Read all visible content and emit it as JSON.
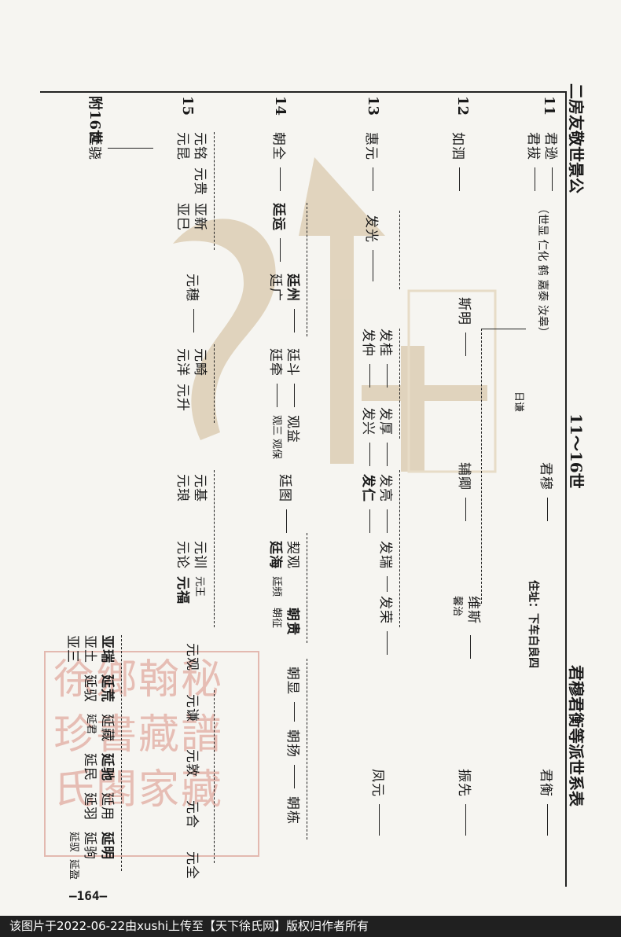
{
  "page": {
    "title_main": "二房友敬世景公",
    "title_range": "11～16世",
    "title_table": "君穆君衡等派世系表",
    "page_number": "—164—"
  },
  "generations": [
    {
      "label": "11",
      "names": [
        "君逊",
        "君拔",
        "君穆",
        "君衡"
      ],
      "note": "（世显 仁化 鹤 嘉泰 汝皋）",
      "note2": "日谦",
      "residence": "住址：下车白良四"
    },
    {
      "label": "12",
      "names": [
        "如泗",
        "斯明",
        "辅卿",
        "维斯",
        "馨治",
        "振先"
      ]
    },
    {
      "label": "13",
      "names": [
        "惠元",
        "发光",
        "发桂",
        "发仲",
        "发厚",
        "发兴",
        "发亮",
        "发仁",
        "发瑞",
        "发荣",
        "凤元"
      ]
    },
    {
      "label": "14",
      "names": [
        "朝全",
        "廷运",
        "廷州",
        "廷广",
        "廷斗",
        "廷牵",
        "观益",
        "观三",
        "观保",
        "廷图",
        "契观",
        "廷海",
        "廷频",
        "朝贵",
        "朝征",
        "朝显",
        "朝扬",
        "朝栋"
      ]
    },
    {
      "label": "15",
      "names": [
        "元铭",
        "元昆",
        "元贵",
        "亚新",
        "亚巳",
        "元穗",
        "元畸",
        "元洋",
        "元升",
        "元基",
        "元琅",
        "元训",
        "元论",
        "元王",
        "元福",
        "元观",
        "元谦",
        "元敦",
        "元合",
        "元全"
      ]
    },
    {
      "label": "附16世",
      "names": [
        "延骁",
        "亚瑞",
        "亚土",
        "亚三",
        "延荒",
        "延驭",
        "延藏",
        "延君",
        "延驰",
        "延民",
        "延用",
        "延羽",
        "延明",
        "延驹",
        "延驭",
        "延盈"
      ]
    }
  ],
  "footer": "该图片于2022-06-22由xushi上传至【天下徐氏网】版权归作者所有"
}
